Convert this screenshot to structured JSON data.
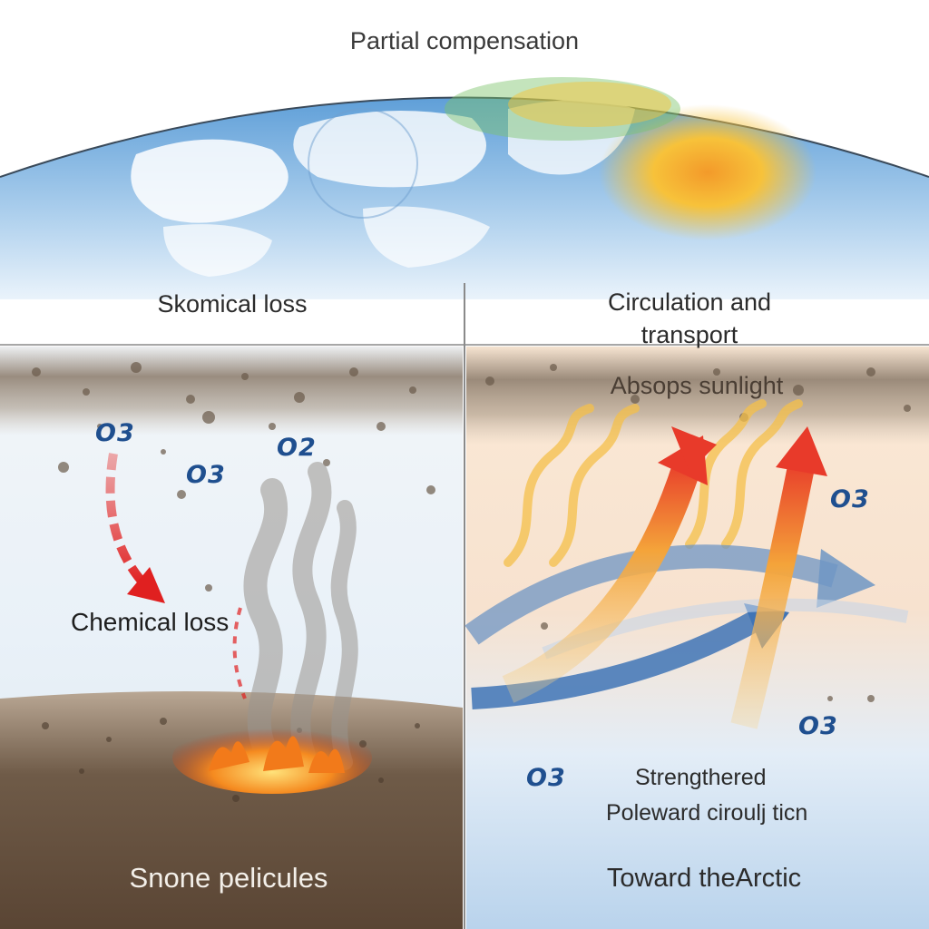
{
  "title": "Partial compensation",
  "left_panel": {
    "heading": "Skomical loss",
    "molecules": [
      "O3",
      "O2",
      "O3"
    ],
    "arrow_label": "Chemical loss",
    "bottom_label": "Snone pelicules"
  },
  "right_panel": {
    "heading_line1": "Circulation and",
    "heading_line2": "transport",
    "sunlight_label": "Absops sunlight",
    "molecules": [
      "O3",
      "O3",
      "O3"
    ],
    "annotation_line1": "Strengthered",
    "annotation_line2": "Poleward ciroulj ticn",
    "bottom_label": "Toward theArctic"
  },
  "colors": {
    "ozone_text": "#1f4f8f",
    "chemical_loss_arrow": "#e02020",
    "flow_arrow_blue": "#3f74b6",
    "warm_arrow": "#f2a23a",
    "soot_layer": "#7a6a5a"
  }
}
